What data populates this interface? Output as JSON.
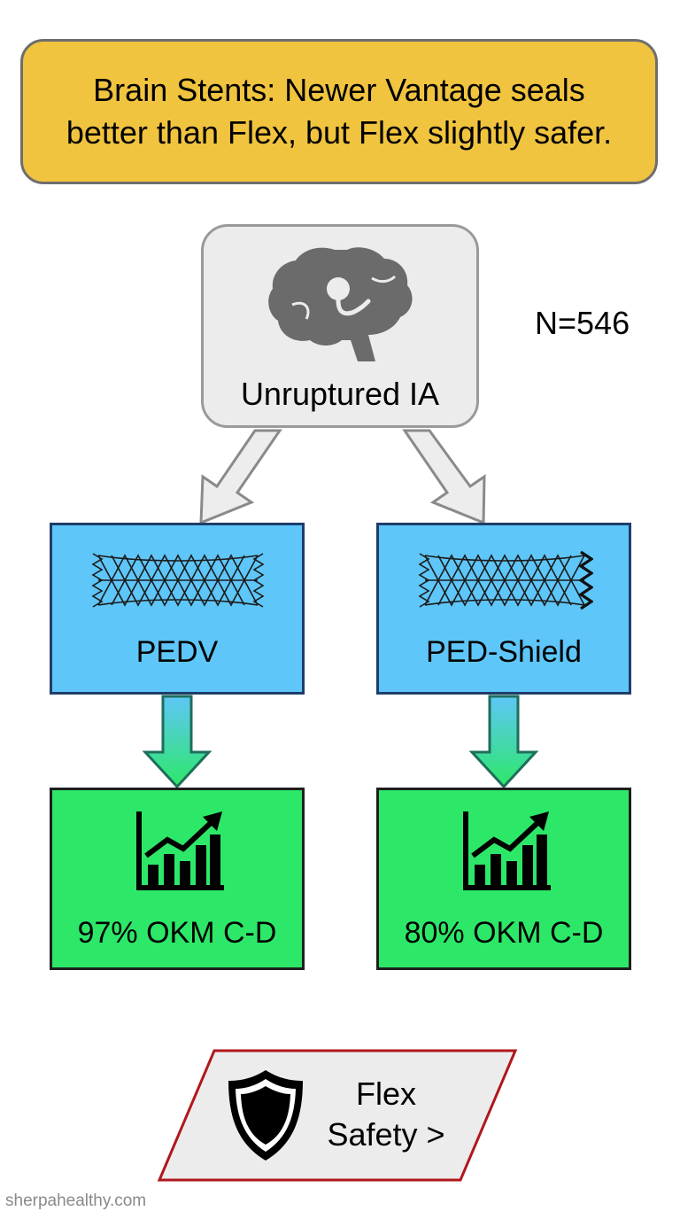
{
  "title": {
    "line1": "Brain Stents: Newer Vantage seals",
    "line2": "better than Flex, but Flex slightly safer."
  },
  "source": {
    "label": "Unruptured IA",
    "icon": "brain-icon"
  },
  "sample_size": "N=546",
  "devices": [
    {
      "label": "PEDV",
      "icon": "stent-icon"
    },
    {
      "label": "PED-Shield",
      "icon": "stent-icon"
    }
  ],
  "outcomes": [
    {
      "label": "97% OKM C-D",
      "icon": "growth-chart-icon"
    },
    {
      "label": "80% OKM C-D",
      "icon": "growth-chart-icon"
    }
  ],
  "safety": {
    "line1": "Flex",
    "line2": "Safety >",
    "icon": "shield-icon"
  },
  "watermark": "sherpahealthy.com",
  "colors": {
    "title_bg": "#f1c43f",
    "source_bg": "#ececec",
    "device_bg": "#5ec6f8",
    "outcome_bg": "#2de868",
    "safety_border": "#b0171c"
  }
}
